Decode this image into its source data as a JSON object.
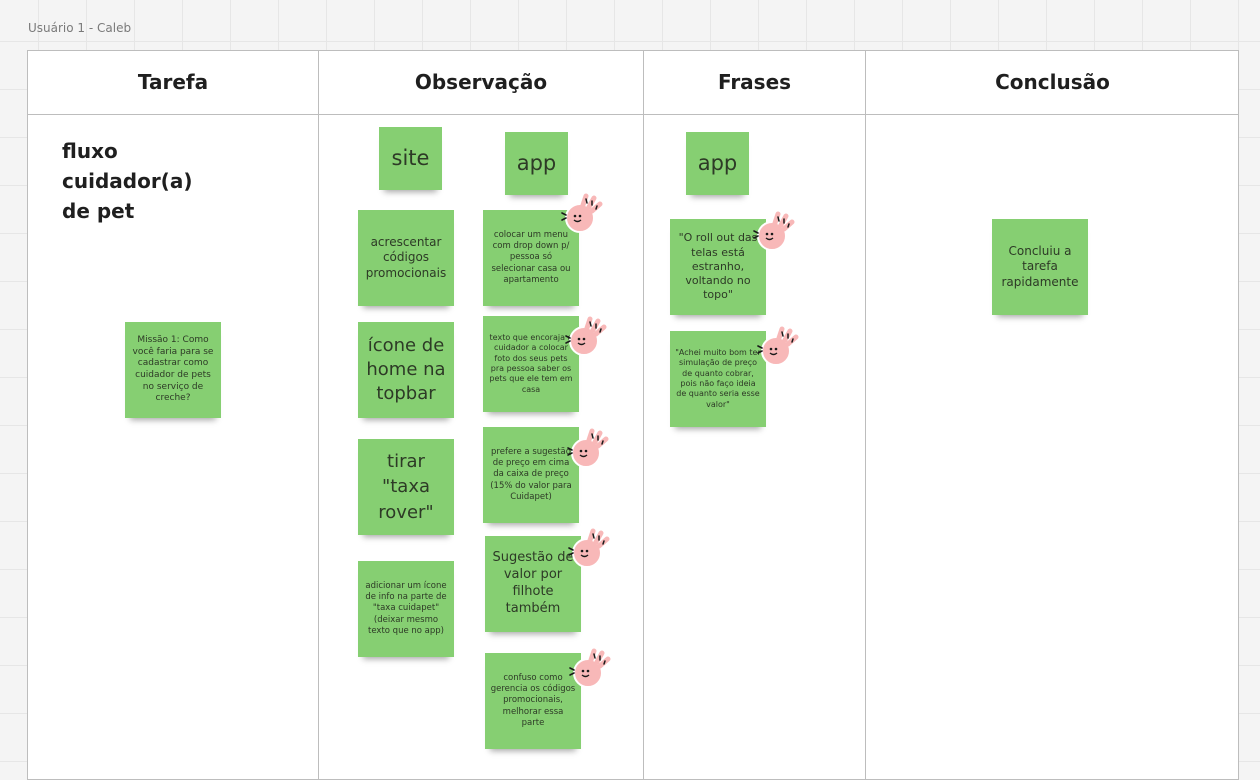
{
  "frame": {
    "title": "Usuário 1 - Caleb"
  },
  "columns": {
    "tarefa": "Tarefa",
    "observacao": "Observação",
    "frases": "Frases",
    "conclusao": "Conclusão"
  },
  "tarefa": {
    "title": "fluxo cuidador(a) de pet",
    "mission": "Missão 1: Como você faria para se cadastrar como cuidador de pets no serviço de creche?"
  },
  "observacao": {
    "site_header": "site",
    "app_header": "app",
    "site_notes": [
      "acrescentar códigos promocionais",
      "ícone de home na topbar",
      "tirar \"taxa rover\"",
      "adicionar um ícone de info na parte de \"taxa cuidapet\" (deixar mesmo texto que no app)"
    ],
    "app_notes": [
      "colocar um menu com drop down p/ pessoa só selecionar casa ou apartamento",
      "texto que encoraja o cuidador a colocar foto dos seus pets pra pessoa saber os pets que ele tem em casa",
      "prefere a sugestão de preço em cima da caixa de preço (15% do valor para Cuidapet)",
      "Sugestão de valor por filhote também",
      "confuso como gerencia os códigos promocionais, melhorar essa parte"
    ]
  },
  "frases": {
    "app_header": "app",
    "quotes": [
      "\"O roll out das telas está estranho, voltando no topo\"",
      "\"Achei muito bom ter simulação de preço de quanto cobrar, pois não faço ideia de quanto seria esse valor\""
    ]
  },
  "conclusao": {
    "note": "Concluiu a tarefa rapidamente"
  },
  "colors": {
    "sticky": "#86cf72",
    "reaction": "#f8b8b8"
  },
  "reaction_icon": "ok-hand-reaction-icon"
}
